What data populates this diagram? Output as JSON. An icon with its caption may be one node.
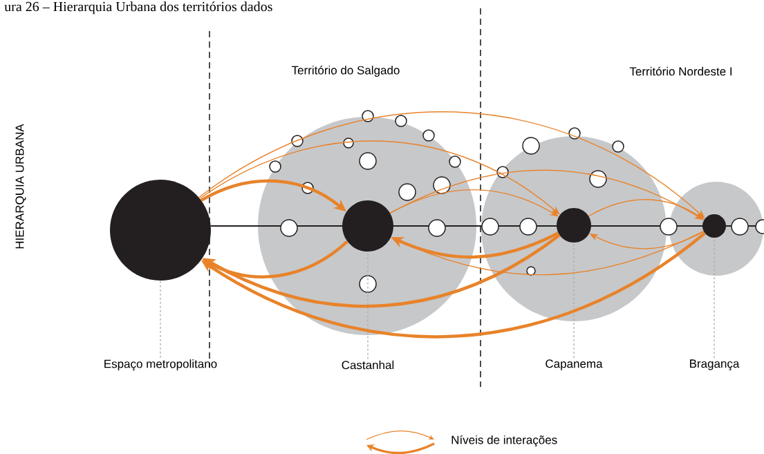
{
  "diagram": {
    "title": "ura 26 – Hierarquia Urbana dos territórios dados",
    "nodes": [
      {
        "text": [],
        "shape": "circle"
      },
      {
        "text": [],
        "shape": "circle"
      },
      {
        "text": [],
        "shape": "circle",
        "in": 1
      },
      {
        "text": [],
        "shape": "circle"
      },
      {
        "text": [],
        "shape": "circle",
        "in": 3
      },
      {
        "text": [],
        "shape": "circle"
      },
      {
        "text": [],
        "shape": "circle",
        "in": 5
      },
      {
        "text": [
          "Espaço metropolitano"
        ]
      },
      {
        "text": [
          "Castanhal"
        ]
      },
      {
        "text": [
          "Capanema"
        ]
      },
      {
        "text": [
          "Bragança"
        ]
      }
    ],
    "edges": [
      {
        "from": 7,
        "to": 0,
        "arrow": "none",
        "style": "dashed",
        "color": "#aaaaaa"
      },
      {
        "from": 8,
        "to": 2,
        "arrow": "none",
        "style": "dashed",
        "color": "#aaaaaa"
      },
      {
        "from": 9,
        "to": 4,
        "arrow": "none",
        "style": "dashed",
        "color": "#aaaaaa"
      },
      {
        "from": 10,
        "to": 6,
        "arrow": "none",
        "style": "dashed",
        "color": "#aaaaaa"
      },
      {
        "from": 0,
        "to": 6,
        "arrow": "to"
      },
      {
        "from": 0,
        "to": 4,
        "arrow": "to"
      },
      {
        "from": 0,
        "to": 2,
        "arrow": "to",
        "style": "thick"
      },
      {
        "from": 2,
        "to": 6,
        "arrow": "to"
      },
      {
        "from": 2,
        "to": 4,
        "arrow": "to"
      },
      {
        "from": 4,
        "to": 6,
        "arrow": "to"
      },
      {
        "from": 2,
        "to": 0,
        "arrow": "to",
        "style": "thick"
      },
      {
        "from": 4,
        "to": 0,
        "arrow": "to",
        "style": "thick"
      },
      {
        "from": 6,
        "to": 0,
        "arrow": "to",
        "style": "thick"
      },
      {
        "from": 4,
        "to": 2,
        "arrow": "to",
        "style": "thick"
      },
      {
        "from": 6,
        "to": 2,
        "arrow": "to"
      },
      {
        "from": 6,
        "to": 4,
        "arrow": "to"
      }
    ],
    "labels": [
      "Território do Salgado",
      "Território Nordeste I",
      "HIERARQUIA URBANA"
    ],
    "legend": [
      {
        "text": "Níveis de interações"
      }
    ]
  }
}
